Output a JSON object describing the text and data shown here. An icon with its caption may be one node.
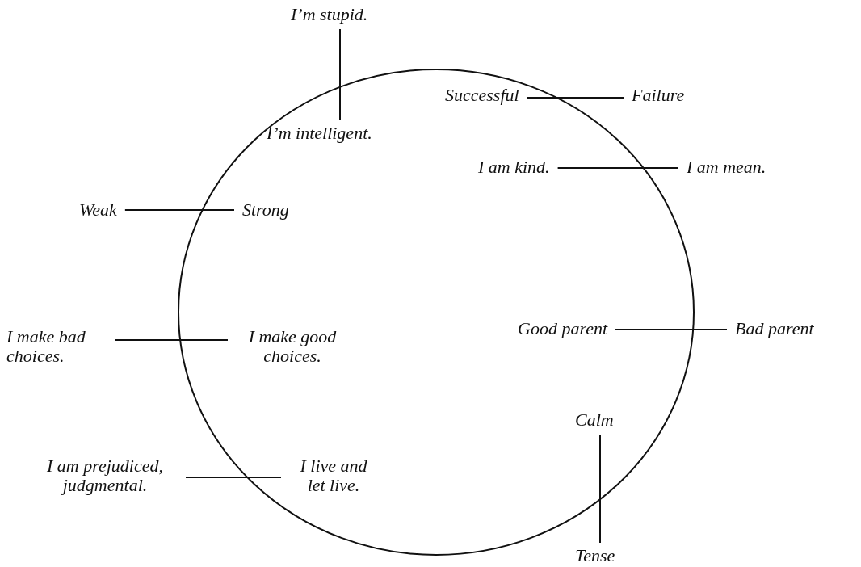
{
  "diagram": {
    "nodes": [
      {
        "text": [],
        "shape": "circle"
      },
      {
        "text": [
          "I’m stupid."
        ]
      },
      {
        "text": [
          "I’m intelligent."
        ],
        "in": 0
      },
      {
        "text": [
          "Successful"
        ],
        "in": 0
      },
      {
        "text": [
          "Failure"
        ]
      },
      {
        "text": [
          "I am kind."
        ],
        "in": 0
      },
      {
        "text": [
          "I am mean."
        ]
      },
      {
        "text": [
          "Weak"
        ]
      },
      {
        "text": [
          "Strong"
        ],
        "in": 0
      },
      {
        "text": [
          "I make bad choices."
        ]
      },
      {
        "text": [
          "I make good choices."
        ],
        "in": 0
      },
      {
        "text": [
          "Good parent"
        ],
        "in": 0
      },
      {
        "text": [
          "Bad parent"
        ]
      },
      {
        "text": [
          "I am prejudiced, judgmental."
        ]
      },
      {
        "text": [
          "I live and let live."
        ],
        "in": 0
      },
      {
        "text": [
          "Calm"
        ],
        "in": 0
      },
      {
        "text": [
          "Tense"
        ]
      }
    ],
    "edges": [
      {
        "from": 1,
        "to": 2,
        "arrow": "none"
      },
      {
        "from": 3,
        "to": 4,
        "arrow": "none"
      },
      {
        "from": 5,
        "to": 6,
        "arrow": "none"
      },
      {
        "from": 7,
        "to": 8,
        "arrow": "none"
      },
      {
        "from": 9,
        "to": 10,
        "arrow": "none"
      },
      {
        "from": 11,
        "to": 12,
        "arrow": "none"
      },
      {
        "from": 13,
        "to": 14,
        "arrow": "none"
      },
      {
        "from": 15,
        "to": 16,
        "arrow": "none"
      }
    ]
  }
}
